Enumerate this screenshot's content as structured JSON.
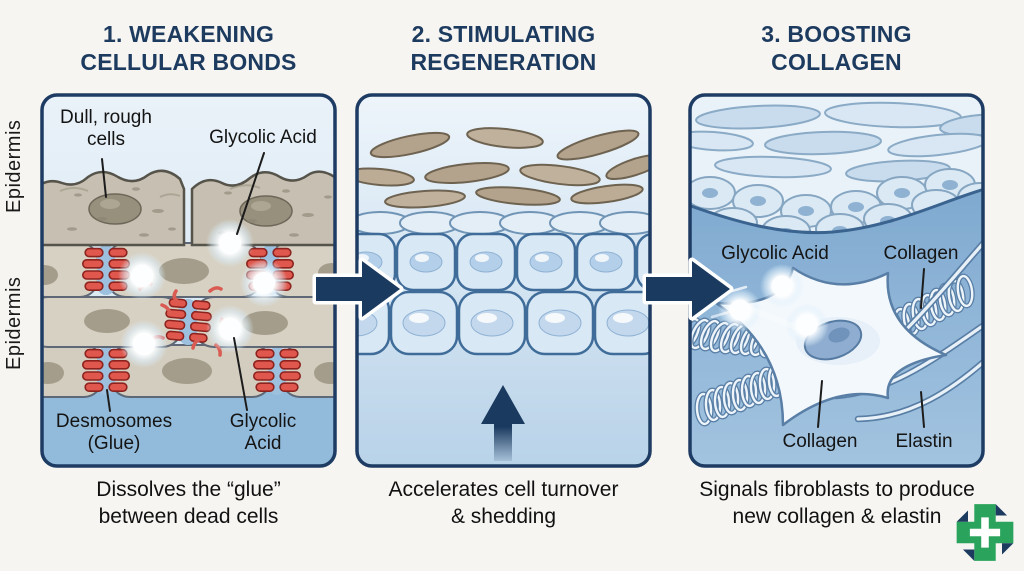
{
  "page": {
    "background": "#f6f5f2"
  },
  "colors": {
    "navy": "#1d3a5f",
    "panel_border": "#1e3c63",
    "label_text": "#141414",
    "desmosome_red": "#e0584d",
    "dead_cell_tan": "#c7c0b2",
    "fresh_cell_blue": "#d9e8f5",
    "dermis_blue": "#86afd4",
    "logo_green": "#2aa45c"
  },
  "side_labels": [
    {
      "id": "epidermis-upper",
      "text": "Epidermis"
    },
    {
      "id": "epidermis-lower",
      "text": "Epidermis"
    }
  ],
  "steps": [
    {
      "title": [
        "1. WEAKENING",
        "CELLULAR BONDS"
      ],
      "caption": [
        "Dissolves the “glue”",
        "between dead cells"
      ],
      "labels": [
        {
          "id": "dull-rough-cells",
          "text": [
            "Dull, rough",
            "cells"
          ]
        },
        {
          "id": "glycolic-acid-top",
          "text": [
            "Glycolic Acid"
          ]
        },
        {
          "id": "desmosomes-glue",
          "text": [
            "Desmosomes",
            "(Glue)"
          ]
        },
        {
          "id": "glycolic-acid-bottom",
          "text": [
            "Glycolic",
            "Acid"
          ]
        }
      ]
    },
    {
      "title": [
        "2. STIMULATING",
        "REGENERATION"
      ],
      "caption": [
        "Accelerates cell turnover",
        "& shedding"
      ],
      "labels": []
    },
    {
      "title": [
        "3. BOOSTING",
        "COLLAGEN"
      ],
      "caption": [
        "Signals fibroblasts to produce",
        "new collagen & elastin"
      ],
      "labels": [
        {
          "id": "glycolic-acid",
          "text": [
            "Glycolic Acid"
          ]
        },
        {
          "id": "collagen-top",
          "text": [
            "Collagen"
          ]
        },
        {
          "id": "collagen-bottom",
          "text": [
            "Collagen"
          ]
        },
        {
          "id": "elastin",
          "text": [
            "Elastin"
          ]
        }
      ]
    }
  ]
}
